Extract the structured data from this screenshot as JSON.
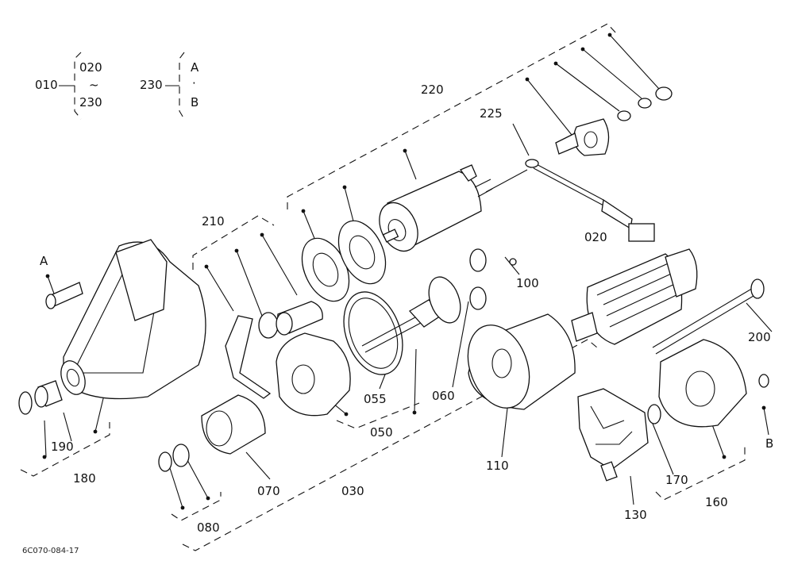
{
  "legend": {
    "group_010": {
      "ref": "010",
      "from": "020",
      "tilde": "~",
      "to": "230"
    },
    "group_230": {
      "ref": "230",
      "a": "A",
      "dot": "·",
      "b": "B"
    }
  },
  "callouts": {
    "p220": "220",
    "p225": "225",
    "p210": "210",
    "p020": "020",
    "p100": "100",
    "p200": "200",
    "pA": "A",
    "pB": "B",
    "p055": "055",
    "p060": "060",
    "p050": "050",
    "p110": "110",
    "p190": "190",
    "p180": "180",
    "p070": "070",
    "p030": "030",
    "p080": "080",
    "p170": "170",
    "p160": "160",
    "p130": "130"
  },
  "drawing_code": "6C070-084-17"
}
